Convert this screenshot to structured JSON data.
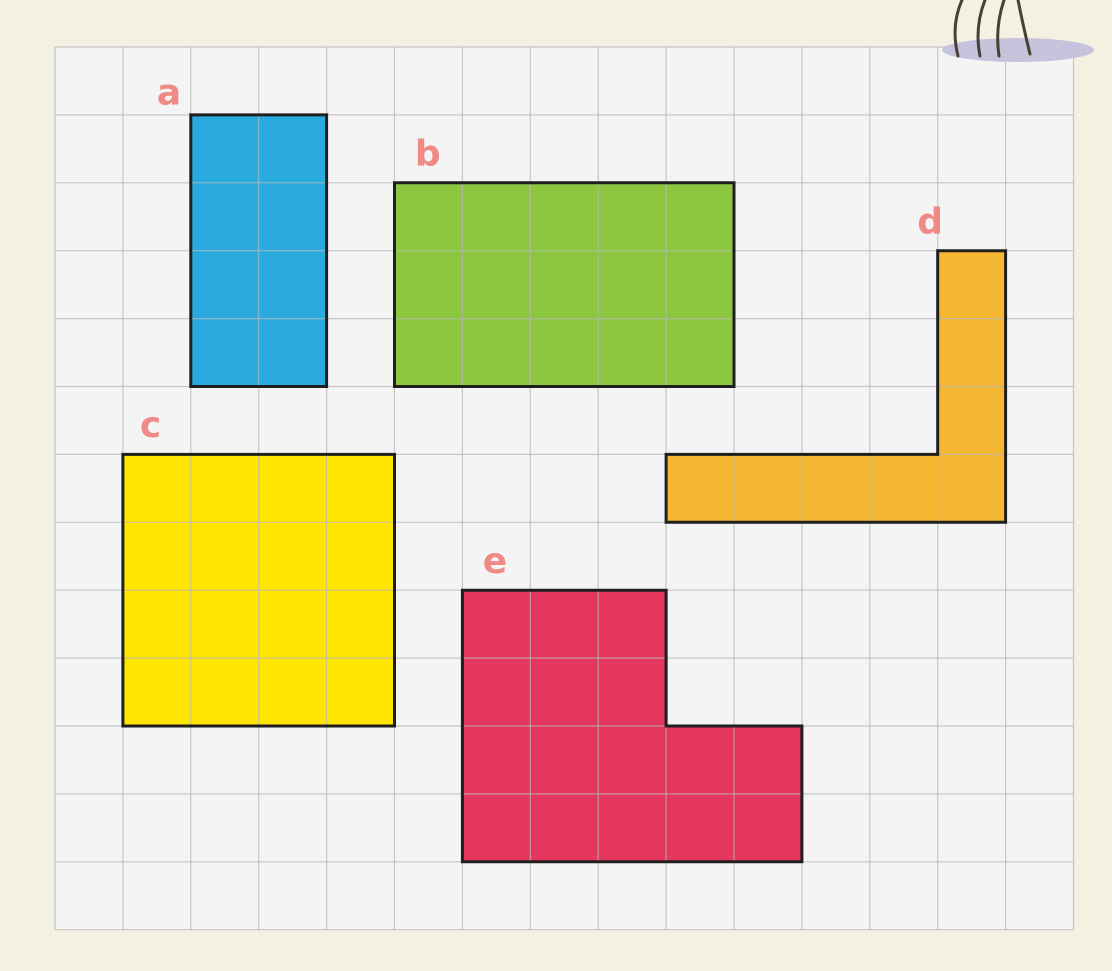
{
  "grid": {
    "columns": 15,
    "rows": 13,
    "paper_color": "#f4f4f4",
    "line_color": "#b7b7b7",
    "outline_color": "#1f1f1f"
  },
  "label_color": "#ef8a86",
  "shapes": [
    {
      "id": "a",
      "label": "a",
      "color": "#29abe0",
      "cells_wide": 2,
      "cells_high": 4,
      "outline": [
        [
          2,
          1
        ],
        [
          4,
          1
        ],
        [
          4,
          5
        ],
        [
          2,
          5
        ]
      ],
      "label_cell": [
        1.5,
        0.7
      ]
    },
    {
      "id": "b",
      "label": "b",
      "color": "#8cc63f",
      "cells_wide": 5,
      "cells_high": 3,
      "outline": [
        [
          5,
          2
        ],
        [
          10,
          2
        ],
        [
          10,
          5
        ],
        [
          5,
          5
        ]
      ],
      "label_cell": [
        5.3,
        1.6
      ]
    },
    {
      "id": "c",
      "label": "c",
      "color": "#ffe600",
      "cells_wide": 4,
      "cells_high": 4,
      "outline": [
        [
          1,
          6
        ],
        [
          5,
          6
        ],
        [
          5,
          10
        ],
        [
          1,
          10
        ]
      ],
      "label_cell": [
        1.25,
        5.6
      ]
    },
    {
      "id": "d",
      "label": "d",
      "color": "#f5b731",
      "outline": [
        [
          13,
          3
        ],
        [
          14,
          3
        ],
        [
          14,
          7
        ],
        [
          9,
          7
        ],
        [
          9,
          6
        ],
        [
          13,
          6
        ]
      ],
      "label_cell": [
        12.7,
        2.6
      ]
    },
    {
      "id": "e",
      "label": "e",
      "color": "#e5365e",
      "outline": [
        [
          6,
          8
        ],
        [
          9,
          8
        ],
        [
          9,
          10
        ],
        [
          11,
          10
        ],
        [
          11,
          12
        ],
        [
          6,
          12
        ]
      ],
      "label_cell": [
        6.3,
        7.6
      ]
    }
  ],
  "decoration": {
    "icon": "creature-legs-icon",
    "shadow_color": "#c7c3dc",
    "leg_color": "#4a3f35"
  }
}
